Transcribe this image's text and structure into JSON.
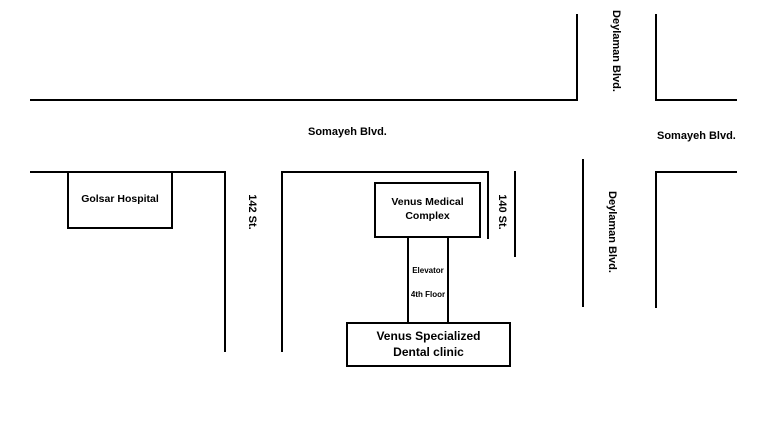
{
  "roads": {
    "somayeh_top": "Somayeh Blvd.",
    "somayeh_right": "Somayeh Blvd.",
    "deylaman_top": "Deylaman Blvd.",
    "deylaman_mid": "Deylaman Blvd.",
    "st142": "142 St.",
    "st140": "140 St."
  },
  "buildings": {
    "golsar": "Golsar Hospital",
    "venus_medical": {
      "line1": "Venus Medical",
      "line2": "Complex"
    },
    "dental": {
      "line1": "Venus Specialized",
      "line2": "Dental clinic"
    }
  },
  "annotations": {
    "elevator": "Elevator",
    "floor": "4th Floor"
  },
  "colors": {
    "line": "#000000",
    "background": "#ffffff",
    "text": "#000000"
  }
}
